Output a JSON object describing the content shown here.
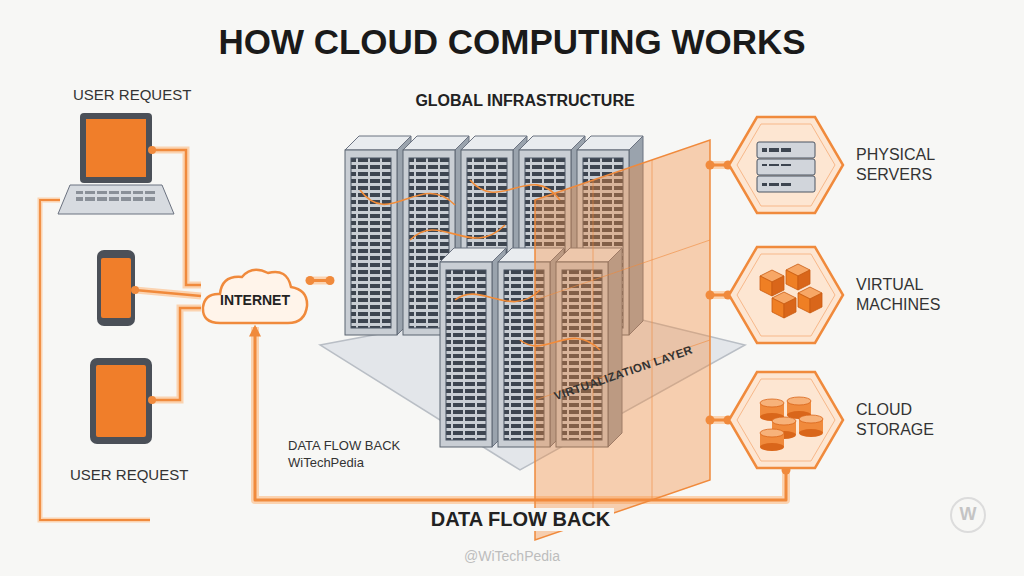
{
  "diagram": {
    "title": "HOW CLOUD COMPUTING WORKS",
    "nodes": [
      {
        "text": [
          "GLOBAL INFRASTRUCTURE"
        ]
      },
      {
        "text": [
          "VIRTUALIZATION LAYER"
        ],
        "in": 0
      },
      {
        "text": [
          "INTERNET"
        ]
      },
      {
        "text": [
          "PHYSICAL SERVERS"
        ]
      },
      {
        "text": [
          "VIRTUAL MACHINES"
        ]
      },
      {
        "text": [
          "CLOUD STORAGE"
        ]
      }
    ],
    "edges": [
      {
        "from": 2,
        "to": 0,
        "arrow": "none"
      },
      {
        "from": 1,
        "to": 3,
        "arrow": "none"
      },
      {
        "from": 1,
        "to": 4,
        "arrow": "none"
      },
      {
        "from": 1,
        "to": 5,
        "arrow": "none"
      },
      {
        "from": 5,
        "to": 2,
        "label": "DATA FLOW BACK",
        "arrow": "to"
      }
    ],
    "labels": [
      "USER REQUEST",
      "USER REQUEST",
      "DATA FLOW BACK WiTechPedia",
      "@WiTechPedia",
      "W"
    ]
  }
}
